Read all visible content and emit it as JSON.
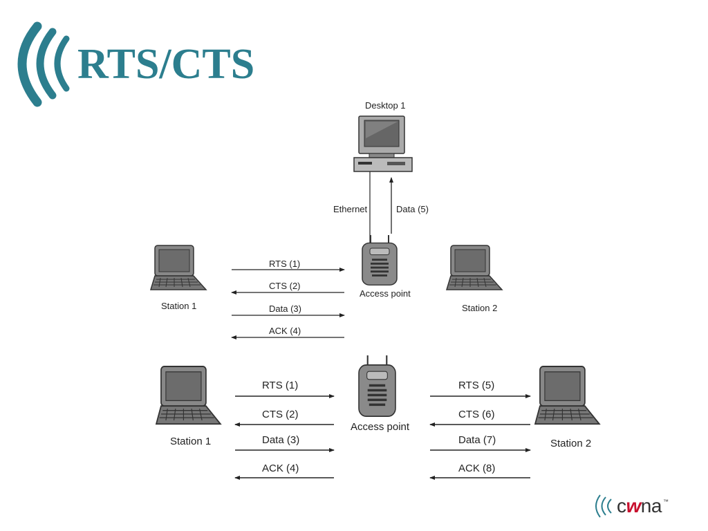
{
  "title": "RTS/CTS",
  "top": {
    "desktop": "Desktop 1",
    "ethernet": "Ethernet",
    "data5": "Data (5)",
    "station1": "Station 1",
    "station2": "Station 2",
    "ap": "Access point",
    "msgs": [
      "RTS (1)",
      "CTS (2)",
      "Data (3)",
      "ACK (4)"
    ]
  },
  "bottom": {
    "station1": "Station 1",
    "station2": "Station 2",
    "ap": "Access point",
    "left_msgs": [
      "RTS (1)",
      "CTS (2)",
      "Data (3)",
      "ACK (4)"
    ],
    "right_msgs": [
      "RTS (5)",
      "CTS (6)",
      "Data (7)",
      "ACK (8)"
    ]
  },
  "logo": {
    "text_pre": "c",
    "text_w": "w",
    "text_post": "na",
    "tm": "™"
  },
  "colors": {
    "title": "#2c7e8e",
    "logo_arc": "#2c7e8e",
    "cwna_w": "#c8102e"
  }
}
